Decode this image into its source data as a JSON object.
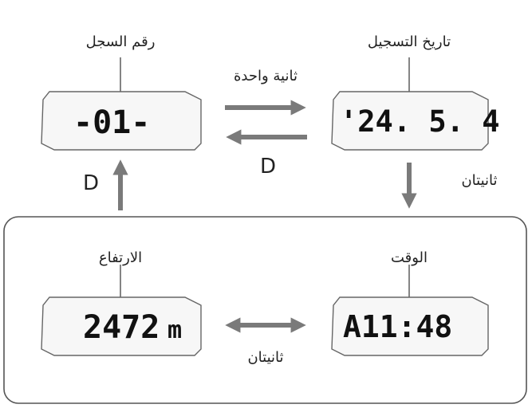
{
  "colors": {
    "arrow": "#7a7a7a",
    "panel_border": "#555555",
    "lcd_border": "#666666",
    "lcd_fill": "#f7f7f7"
  },
  "screens": {
    "log_number": {
      "label": "رقم السجل",
      "display": "-01-"
    },
    "record_date": {
      "label": "تاريخ التسجيل",
      "display": "'24. 5. 4"
    },
    "time": {
      "label": "الوقت",
      "display": "A11:48"
    },
    "altitude": {
      "label": "الارتفاع",
      "display": "2472",
      "unit": "m"
    }
  },
  "transitions": {
    "log_to_date": "ثانية واحدة",
    "date_to_log": "D",
    "date_to_time": "ثانيتان",
    "altitude_to_log": "D",
    "time_altitude": "ثانيتان"
  }
}
